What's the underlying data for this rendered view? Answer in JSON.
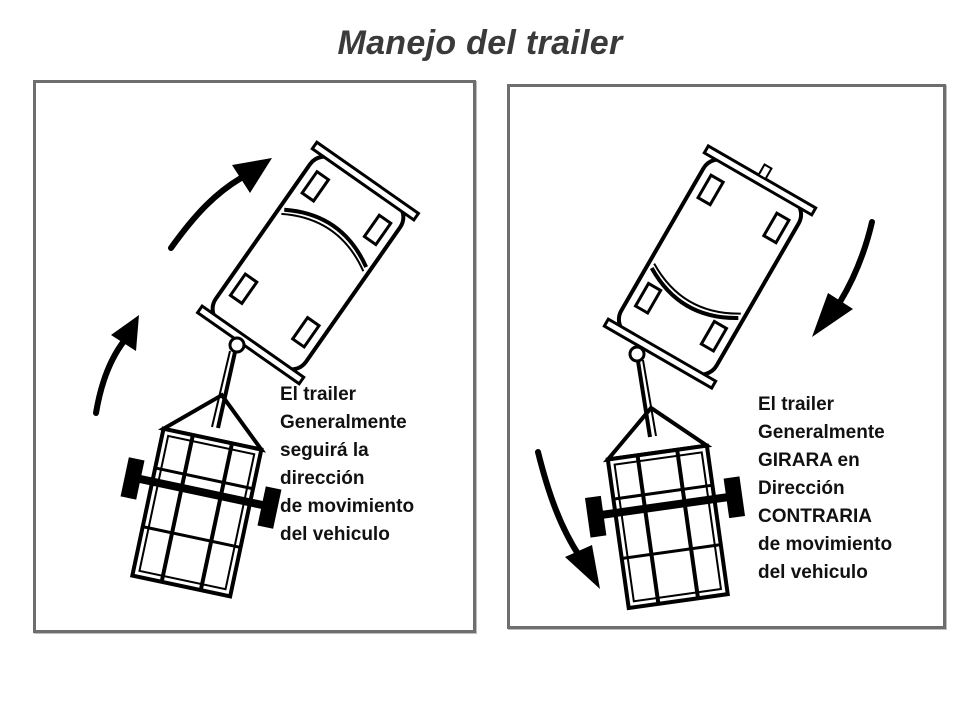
{
  "title": "Manejo del trailer",
  "panels": [
    {
      "caption_lines": [
        "El trailer",
        "Generalmente",
        "seguirá la",
        "dirección",
        "de movimiento",
        "del vehiculo"
      ]
    },
    {
      "caption_lines": [
        "El trailer",
        "Generalmente",
        "GIRARA en",
        "Dirección",
        "CONTRARIA",
        "de movimiento",
        "del vehiculo"
      ]
    }
  ]
}
